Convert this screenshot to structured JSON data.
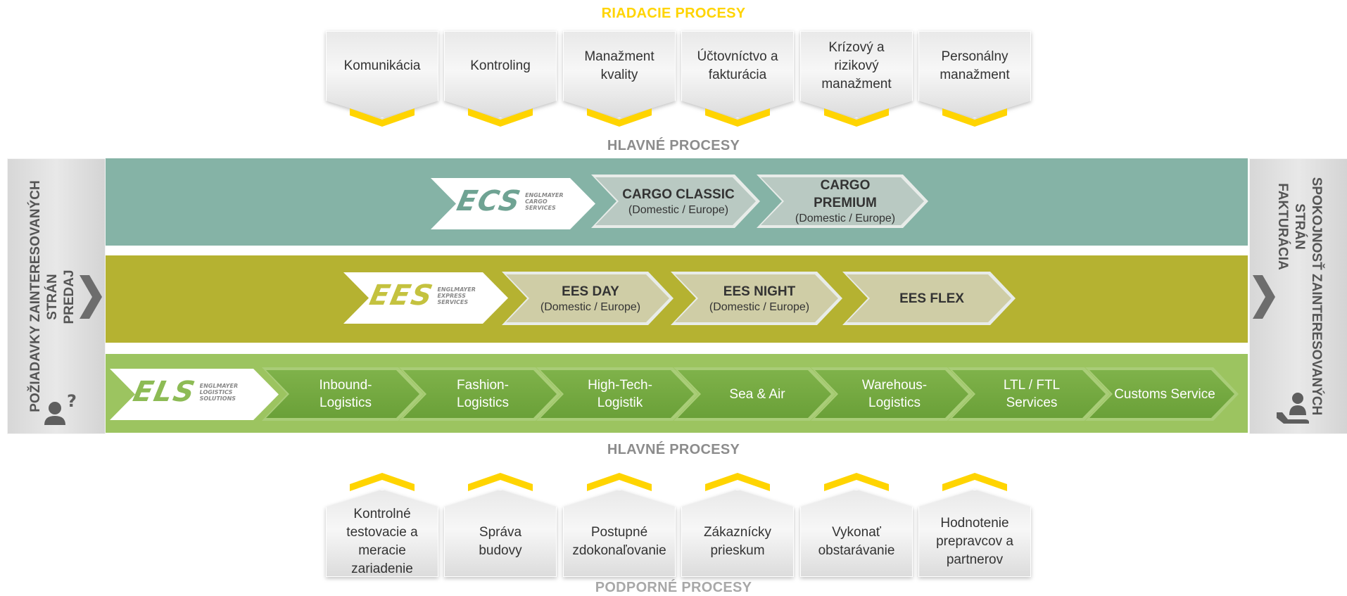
{
  "top": {
    "title": "RIADACIE PROCESY",
    "items": [
      {
        "lines": [
          "Komunikácia"
        ]
      },
      {
        "lines": [
          "Kontroling"
        ]
      },
      {
        "lines": [
          "Manažment",
          "kvality"
        ]
      },
      {
        "lines": [
          "Účtovníctvo a",
          "fakturácia"
        ]
      },
      {
        "lines": [
          "Krízový a",
          "rizikový",
          "manažment"
        ]
      },
      {
        "lines": [
          "Personálny",
          "manažment"
        ]
      }
    ]
  },
  "main_title_top": "HLAVNÉ PROCESY",
  "main_title_bottom": "HLAVNÉ PROCESY",
  "left_panel": {
    "line1": "POŽIADAVKY ZAINTERESOVANÝCH",
    "line2": "STRÁN",
    "line3": "PREDAJ"
  },
  "right_panel": {
    "line1": "SPOKOJNOSŤ ZAINTERESOVANÝCH",
    "line2": "STRÁN",
    "line3": "FAKTURÁCIA"
  },
  "ecs": {
    "logo_letters": "ECS",
    "logo_sub": [
      "ENGLMAYER",
      "CARGO",
      "SERVICES"
    ],
    "items": [
      {
        "title": "CARGO CLASSIC",
        "subtitle": "(Domestic / Europe)"
      },
      {
        "title": "CARGO PREMIUM",
        "subtitle": "(Domestic / Europe)"
      }
    ]
  },
  "ees": {
    "logo_letters": "EES",
    "logo_sub": [
      "ENGLMAYER",
      "EXPRESS",
      "SERVICES"
    ],
    "items": [
      {
        "title": "EES DAY",
        "subtitle": "(Domestic / Europe)"
      },
      {
        "title": "EES NIGHT",
        "subtitle": "(Domestic / Europe)"
      },
      {
        "title": "EES FLEX",
        "subtitle": ""
      }
    ]
  },
  "els": {
    "logo_letters": "ELS",
    "logo_sub": [
      "ENGLMAYER",
      "LOGISTICS",
      "SOLUTIONS"
    ],
    "items": [
      {
        "lines": [
          "Inbound-",
          "Logistics"
        ]
      },
      {
        "lines": [
          "Fashion-",
          "Logistics"
        ]
      },
      {
        "lines": [
          "High-Tech-",
          "Logistik"
        ]
      },
      {
        "lines": [
          "Sea & Air"
        ]
      },
      {
        "lines": [
          "Warehous-",
          "Logistics"
        ]
      },
      {
        "lines": [
          "LTL / FTL",
          "Services"
        ]
      },
      {
        "lines": [
          "Customs Service"
        ]
      }
    ]
  },
  "bottom": {
    "title": "PODPORNÉ PROCESY",
    "items": [
      {
        "lines": [
          "Kontrolné",
          "testovacie a",
          "meracie",
          "zariadenie"
        ]
      },
      {
        "lines": [
          "Správa",
          "budovy"
        ]
      },
      {
        "lines": [
          "Postupné",
          "zdokonaľovanie"
        ]
      },
      {
        "lines": [
          "Zákaznícky",
          "prieskum"
        ]
      },
      {
        "lines": [
          "Vykonať",
          "obstarávanie"
        ]
      },
      {
        "lines": [
          "Hodnotenie",
          "prepravcov a",
          "partnerov"
        ]
      }
    ]
  },
  "colors": {
    "yellow": "#ffd400",
    "teal": "#85b3a6",
    "olive": "#b5b231",
    "green": "#9cc460",
    "title_grey": "#8c8c8c",
    "ecs_logo": "#6fa393",
    "ees_logo": "#c4c23f",
    "els_logo": "#8dbb55"
  },
  "icons": {
    "left_arrow": "chevron-right-icon",
    "left_person": "person-question-icon",
    "right_arrow": "chevron-right-icon",
    "right_person": "person-hand-icon"
  }
}
